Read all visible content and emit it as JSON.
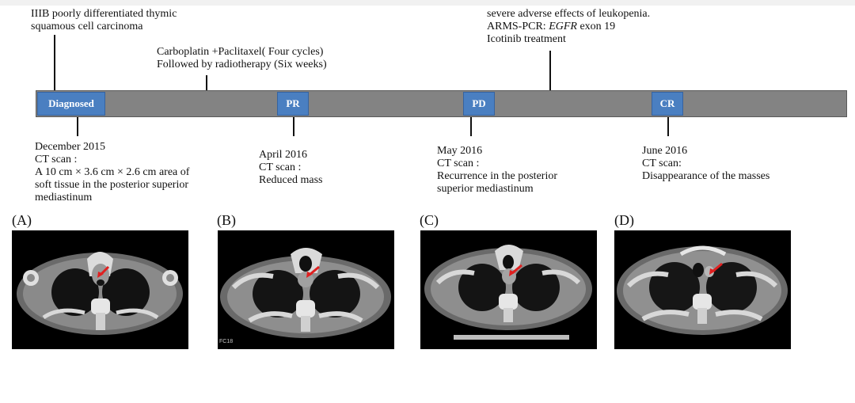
{
  "diagnosis_lines": [
    "IIIB poorly differentiated thymic",
    "squamous cell carcinoma"
  ],
  "chemo_lines": [
    "Carboplatin +Paclitaxel( Four cycles)",
    "Followed by radiotherapy (Six weeks)"
  ],
  "icotinib": {
    "line1": "severe adverse effects of leukopenia.",
    "line2_prefix": "ARMS-PCR: ",
    "line2_gene": "EGFR",
    "line2_suffix": " exon 19",
    "line3": "Icotinib treatment"
  },
  "milestones": [
    {
      "label": "Diagnosed",
      "color": "#4a7fc1",
      "details": [
        "December 2015",
        "CT scan :",
        "A 10 cm × 3.6 cm × 2.6 cm area of",
        "soft tissue in the posterior superior",
        "mediastinum"
      ]
    },
    {
      "label": "PR",
      "color": "#4a7fc1",
      "details": [
        "April  2016",
        "CT scan :",
        "Reduced mass"
      ]
    },
    {
      "label": "PD",
      "color": "#4a7fc1",
      "details": [
        "May 2016",
        "CT scan :",
        "Recurrence in the posterior",
        "superior mediastinum"
      ]
    },
    {
      "label": "CR",
      "color": "#4a7fc1",
      "details": [
        "June 2016",
        "CT scan:",
        "Disappearance of the masses"
      ]
    }
  ],
  "timeline_bar_color": "#838383",
  "panels": [
    {
      "label": "(A)",
      "overlay_text": ""
    },
    {
      "label": "(B)",
      "overlay_text": "FC18"
    },
    {
      "label": "(C)",
      "overlay_text": ""
    },
    {
      "label": "(D)",
      "overlay_text": ""
    }
  ],
  "arrow_color": "#e02020"
}
